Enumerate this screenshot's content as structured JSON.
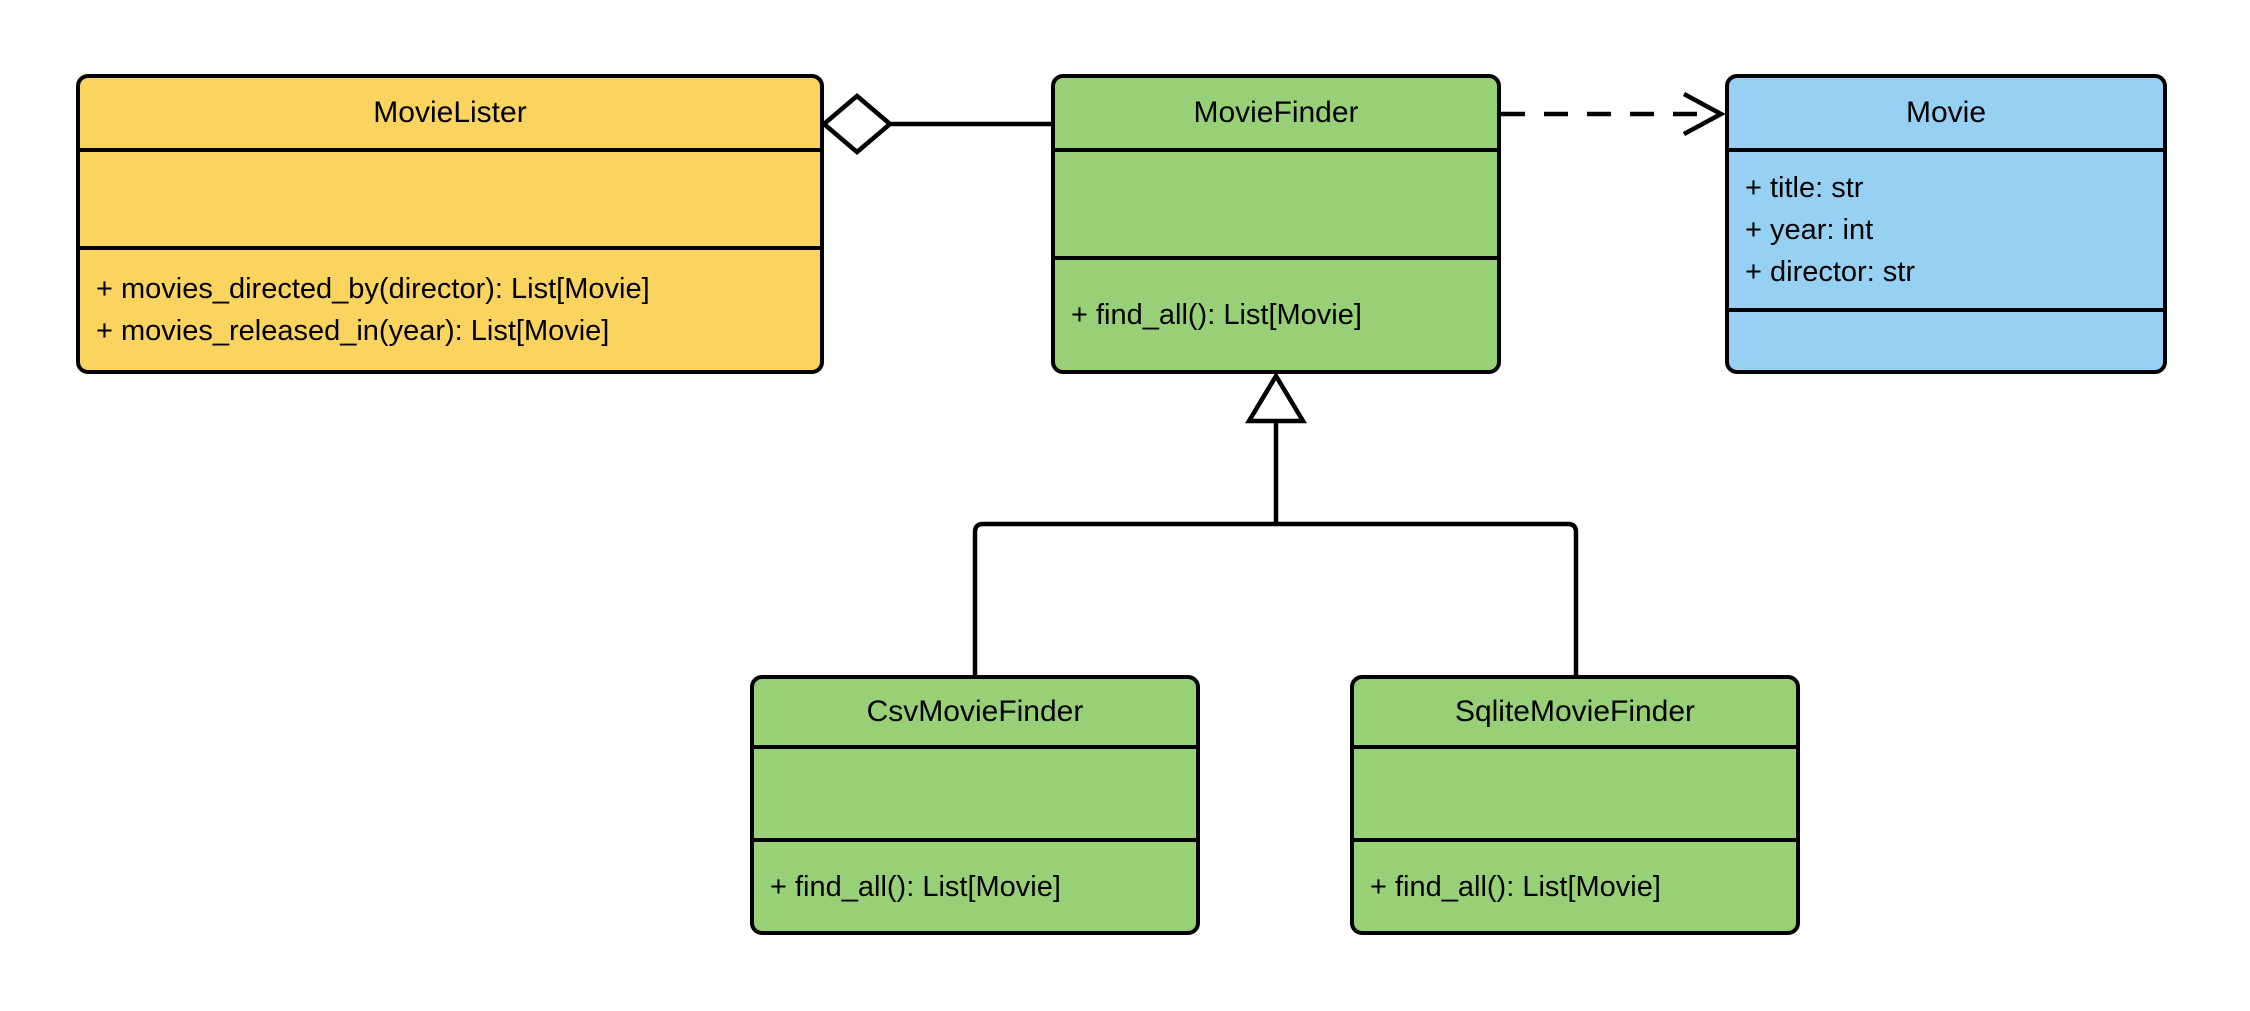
{
  "diagram": {
    "background_color": "#FFFFFF",
    "line_color": "#000000"
  },
  "classes": {
    "movie_lister": {
      "name": "MovieLister",
      "fill": "#FBD35F",
      "attributes": [],
      "methods": [
        "+ movies_directed_by(director): List[Movie]",
        "+ movies_released_in(year): List[Movie]"
      ]
    },
    "movie_finder": {
      "name": "MovieFinder",
      "fill": "#97D077",
      "attributes": [],
      "methods": [
        "+ find_all(): List[Movie]"
      ]
    },
    "movie": {
      "name": "Movie",
      "fill": "#96D0F2",
      "attributes": [
        "+ title: str",
        "+ year: int",
        "+ director: str"
      ],
      "methods": []
    },
    "csv_movie_finder": {
      "name": "CsvMovieFinder",
      "fill": "#97D077",
      "attributes": [],
      "methods": [
        "+ find_all(): List[Movie]"
      ]
    },
    "sqlite_movie_finder": {
      "name": "SqliteMovieFinder",
      "fill": "#97D077",
      "attributes": [],
      "methods": [
        "+ find_all(): List[Movie]"
      ]
    }
  },
  "relationships": [
    {
      "type": "aggregation",
      "from": "MovieLister",
      "to": "MovieFinder"
    },
    {
      "type": "dependency",
      "from": "MovieFinder",
      "to": "Movie"
    },
    {
      "type": "inheritance",
      "from": "CsvMovieFinder",
      "to": "MovieFinder"
    },
    {
      "type": "inheritance",
      "from": "SqliteMovieFinder",
      "to": "MovieFinder"
    }
  ]
}
